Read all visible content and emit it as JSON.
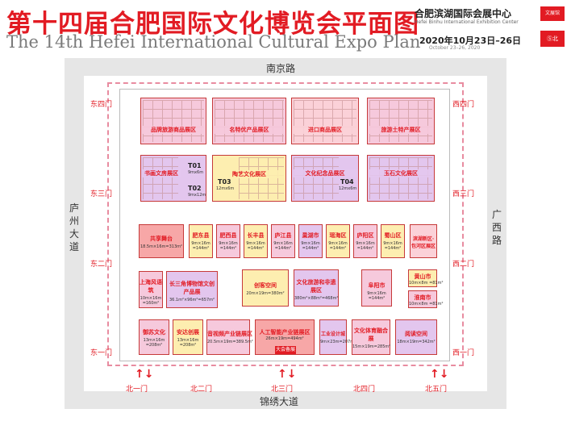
{
  "header": {
    "title_cn": "第十四届合肥国际文化博览会平面图",
    "title_en": "The 14th Hefei International Cultural Expo Plan",
    "venue_cn": "合肥滨湖国际会展中心",
    "venue_en": "Hefei Binhu International Exhibition Center",
    "date_cn": "2020年10月23日–26日",
    "date_en": "October 23–26, 2020",
    "logo1": "文展馆",
    "logo2": "Ⓢ北"
  },
  "roads": {
    "north": "南京路",
    "south": "锦绣大道",
    "west": "庐州大道",
    "east": "广西路"
  },
  "gates": {
    "west": [
      "东四门",
      "东三门",
      "东二门",
      "东一门"
    ],
    "east": [
      "西四门",
      "西三门",
      "西二门",
      "西一门"
    ],
    "south": [
      "北一门",
      "北二门",
      "北三门",
      "北四门",
      "北五门"
    ]
  },
  "zones": {
    "row1": [
      {
        "name": "品牌旅游商品展区",
        "color": "#f6c9dc"
      },
      {
        "name": "名特优产品展区",
        "color": "#f6c9dc"
      },
      {
        "name": "进口商品展区",
        "color": "#fbd1d8"
      },
      {
        "name": "旅游土特产展区",
        "color": "#f6c9dc"
      }
    ],
    "row2": [
      {
        "name": "书画文房展区",
        "color": "#e3c6ee"
      },
      {
        "name": "陶艺文化展区",
        "color": "#fdeeb0"
      },
      {
        "name": "文化纪念品展区",
        "color": "#e3c6ee"
      },
      {
        "name": "玉石文化展区",
        "color": "#e3c6ee"
      }
    ],
    "t_halls": [
      {
        "label": "T01",
        "size": "9mx6m"
      },
      {
        "label": "T02",
        "size": "9mx12m"
      },
      {
        "label": "T03",
        "size": "12mx6m"
      },
      {
        "label": "T04",
        "size": "12mx6m"
      }
    ],
    "row3": [
      {
        "name": "共享舞台",
        "size": "18.5m×16m=313m²",
        "color": "#f7a7a7"
      },
      {
        "name": "肥东县",
        "size": "9m×16m =144m²",
        "color": "#fdeeb0"
      },
      {
        "name": "肥西县",
        "size": "9m×16m =144m²",
        "color": "#f6c9dc"
      },
      {
        "name": "长丰县",
        "size": "9m×16m =144m²",
        "color": "#fdeeb0"
      },
      {
        "name": "庐江县",
        "size": "9m×16m =144m²",
        "color": "#f6c9dc"
      },
      {
        "name": "巢湖市",
        "size": "9m×16m =144m²",
        "color": "#e3c6ee"
      },
      {
        "name": "瑶海区",
        "size": "9m×16m =144m²",
        "color": "#fdeeb0"
      },
      {
        "name": "庐阳区",
        "size": "9m×16m =144m²",
        "color": "#f6c9dc"
      },
      {
        "name": "蜀山区",
        "size": "9m×16m =144m²",
        "color": "#fdeeb0"
      },
      {
        "name": "滨湖新区·包河区展区",
        "size": "",
        "color": "#fbd1d8"
      }
    ],
    "row4": [
      {
        "name": "上海风语筑",
        "size": "10m×16m =160m²",
        "color": "#f6c9dc"
      },
      {
        "name": "长三角博物馆文创产品展",
        "size": "36.1m²×96m²=657m²",
        "color": "#e3c6ee"
      },
      {
        "name": "创客空间",
        "size": "20m×19m=380m²",
        "color": "#fdeeb0"
      },
      {
        "name": "文化旅游和非遗展区",
        "size": "380m²×88m²=468m²",
        "color": "#e3c6ee"
      },
      {
        "name": "阜阳市",
        "size": "9m×16m =144m²",
        "color": "#f6c9dc"
      },
      {
        "name": "黄山市",
        "size": "10m×8m =81m²",
        "color": "#fdeeb0"
      },
      {
        "name": "淮南市",
        "size": "10m×8m =81m²",
        "color": "#f6c9dc"
      }
    ],
    "row5": [
      {
        "name": "御苏文化",
        "size": "13m×16m =208m²",
        "color": "#f6c9dc"
      },
      {
        "name": "安达创展",
        "size": "13m×16m =208m²",
        "color": "#fdeeb0"
      },
      {
        "name": "音视频产业链展区",
        "size": "20.5m×19m=389.5m²",
        "color": "#f6c9dc"
      },
      {
        "name": "人工智能产业链展区",
        "size": "26m×19m=494m²",
        "color": "#f7a7a7"
      },
      {
        "name": "工业设计城",
        "size": "9m×23m=207m²",
        "color": "#e3c6ee"
      },
      {
        "name": "文化体育融合展",
        "size": "15m×19m=285m²",
        "color": "#f6c9dc"
      },
      {
        "name": "阅读空间",
        "size": "18m×19m=342m²",
        "color": "#e3c6ee"
      }
    ],
    "stage_badge": "大会备展"
  }
}
